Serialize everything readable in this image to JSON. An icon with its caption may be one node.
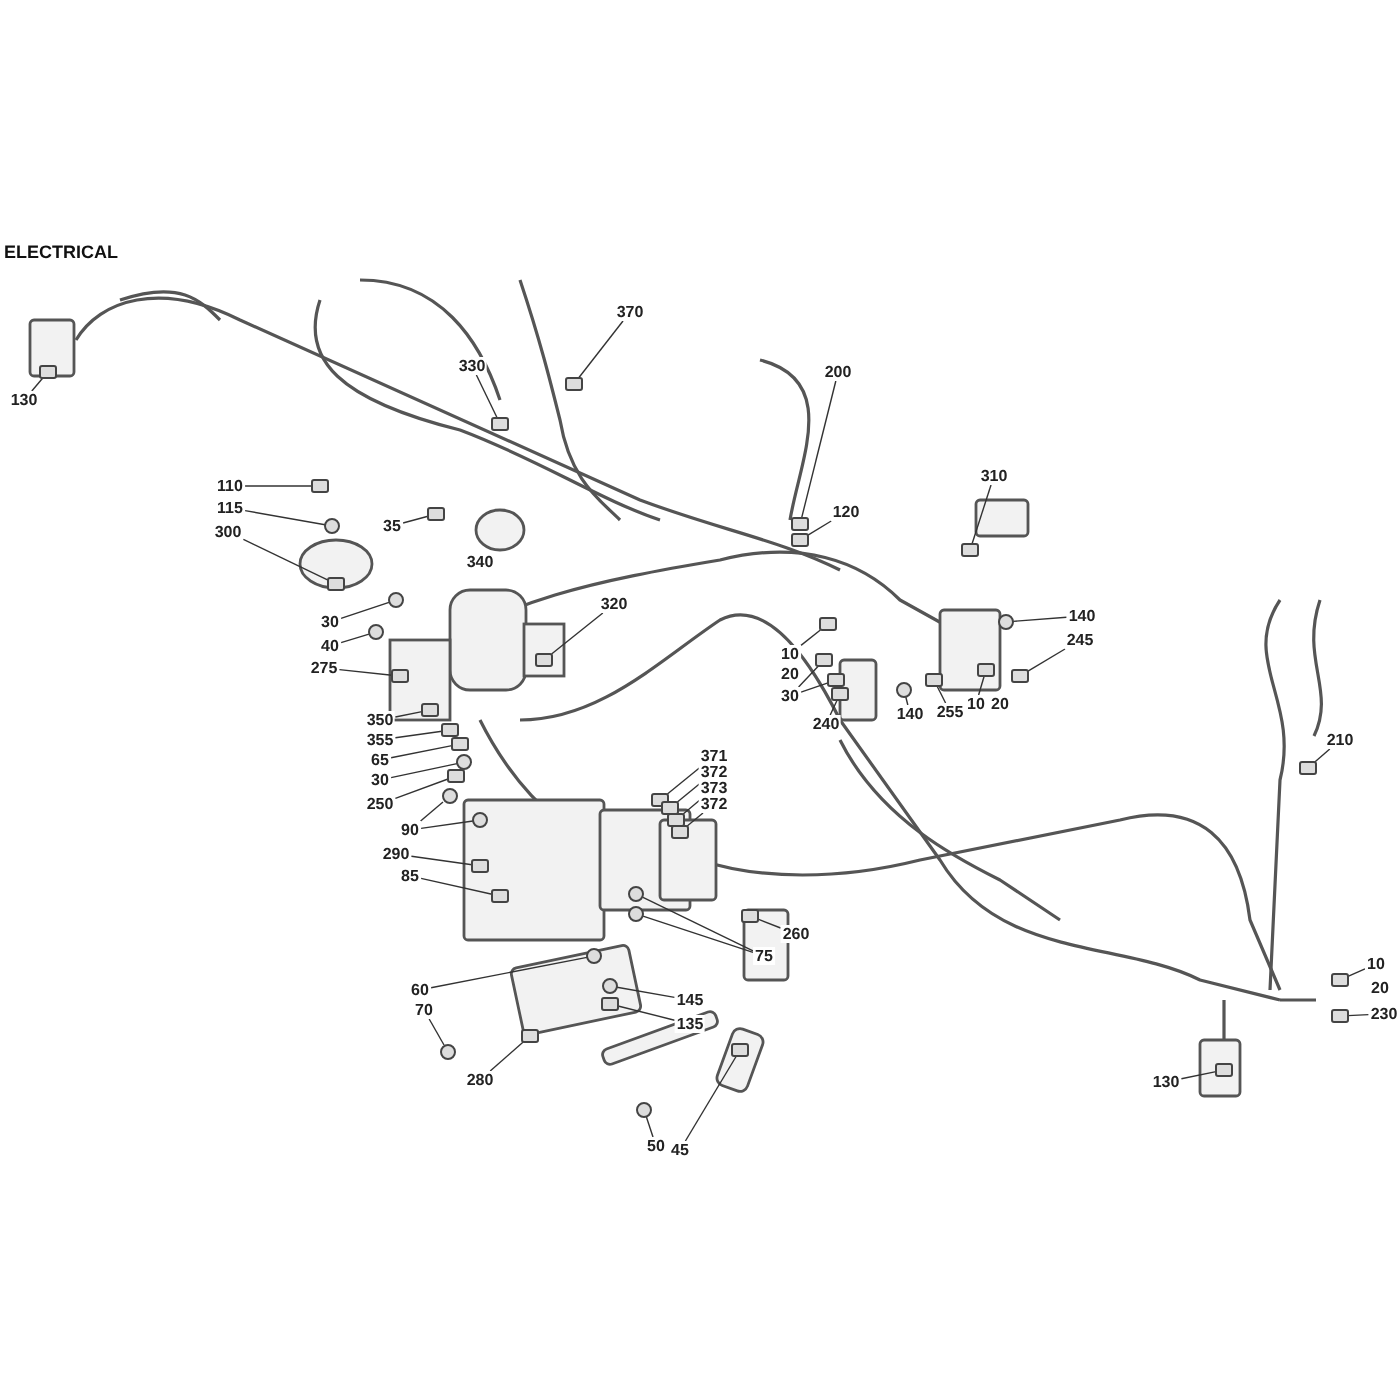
{
  "diagram": {
    "title": "ELECTRICAL",
    "nodes": [
      {
        "text": [
          "130"
        ]
      },
      {
        "text": [
          "370"
        ]
      },
      {
        "text": [
          "330"
        ]
      },
      {
        "text": [
          "200"
        ]
      },
      {
        "text": [
          "110"
        ]
      },
      {
        "text": [
          "310"
        ]
      },
      {
        "text": [
          "115"
        ]
      },
      {
        "text": [
          "120"
        ]
      },
      {
        "text": [
          "35"
        ]
      },
      {
        "text": [
          "300"
        ]
      },
      {
        "text": [
          "320"
        ]
      },
      {
        "text": [
          "140"
        ]
      },
      {
        "text": [
          "30"
        ]
      },
      {
        "text": [
          "245"
        ]
      },
      {
        "text": [
          "40"
        ]
      },
      {
        "text": [
          "10"
        ]
      },
      {
        "text": [
          "275"
        ]
      },
      {
        "text": [
          "20"
        ]
      },
      {
        "text": [
          "30"
        ]
      },
      {
        "text": [
          "10"
        ]
      },
      {
        "text": [
          "20"
        ]
      },
      {
        "text": [
          "140"
        ]
      },
      {
        "text": [
          "255"
        ]
      },
      {
        "text": [
          "350"
        ]
      },
      {
        "text": [
          "240"
        ]
      },
      {
        "text": [
          "355"
        ]
      },
      {
        "text": [
          "210"
        ]
      },
      {
        "text": [
          "371"
        ]
      },
      {
        "text": [
          "65"
        ]
      },
      {
        "text": [
          "372"
        ]
      },
      {
        "text": [
          "30"
        ]
      },
      {
        "text": [
          "373"
        ]
      },
      {
        "text": [
          "250"
        ]
      },
      {
        "text": [
          "372"
        ]
      },
      {
        "text": [
          "90"
        ]
      },
      {
        "text": [
          "290"
        ]
      },
      {
        "text": [
          "85"
        ]
      },
      {
        "text": [
          "260"
        ]
      },
      {
        "text": [
          "75"
        ]
      },
      {
        "text": [
          "10"
        ]
      },
      {
        "text": [
          "60"
        ]
      },
      {
        "text": [
          "20"
        ]
      },
      {
        "text": [
          "145"
        ]
      },
      {
        "text": [
          "70"
        ]
      },
      {
        "text": [
          "230"
        ]
      },
      {
        "text": [
          "135"
        ]
      },
      {
        "text": [
          "280"
        ]
      },
      {
        "text": [
          "130"
        ]
      },
      {
        "text": [
          "50"
        ]
      },
      {
        "text": [
          "45"
        ]
      },
      {
        "text": [],
        "shape": "box"
      },
      {
        "text": [],
        "shape": "box"
      },
      {
        "text": [],
        "shape": "box"
      },
      {
        "text": [],
        "shape": "box"
      },
      {
        "text": [],
        "shape": "box"
      },
      {
        "text": [],
        "shape": "box"
      },
      {
        "text": [],
        "shape": "circle"
      },
      {
        "text": [],
        "shape": "box"
      },
      {
        "text": [],
        "shape": "box"
      },
      {
        "text": [],
        "shape": "box"
      },
      {
        "text": [],
        "shape": "box"
      },
      {
        "text": [],
        "shape": "circle"
      },
      {
        "text": [],
        "shape": "circle"
      },
      {
        "text": [],
        "shape": "box"
      },
      {
        "text": [],
        "shape": "circle"
      },
      {
        "text": [],
        "shape": "box"
      },
      {
        "text": [],
        "shape": "box"
      },
      {
        "text": [],
        "shape": "box"
      },
      {
        "text": [],
        "shape": "box"
      },
      {
        "text": [],
        "shape": "box"
      },
      {
        "text": [],
        "shape": "circle"
      },
      {
        "text": [],
        "shape": "box"
      },
      {
        "text": [],
        "shape": "box"
      },
      {
        "text": [],
        "shape": "box"
      },
      {
        "text": [],
        "shape": "box"
      },
      {
        "text": [],
        "shape": "box"
      },
      {
        "text": [],
        "shape": "box"
      },
      {
        "text": [],
        "shape": "box"
      },
      {
        "text": [],
        "shape": "box"
      },
      {
        "text": [],
        "shape": "circle"
      },
      {
        "text": [],
        "shape": "box"
      },
      {
        "text": [],
        "shape": "box"
      },
      {
        "text": [],
        "shape": "box"
      },
      {
        "text": [],
        "shape": "circle"
      },
      {
        "text": [],
        "shape": "circle"
      },
      {
        "text": [],
        "shape": "box"
      },
      {
        "text": [],
        "shape": "box"
      },
      {
        "text": [],
        "shape": "box"
      },
      {
        "text": [],
        "shape": "circle"
      },
      {
        "text": [],
        "shape": "circle"
      },
      {
        "text": [],
        "shape": "box"
      },
      {
        "text": [],
        "shape": "circle"
      },
      {
        "text": [],
        "shape": "circle"
      },
      {
        "text": [],
        "shape": "circle"
      },
      {
        "text": [],
        "shape": "box"
      },
      {
        "text": [],
        "shape": "box"
      },
      {
        "text": [],
        "shape": "box"
      },
      {
        "text": [],
        "shape": "box"
      },
      {
        "text": [],
        "shape": "circle"
      },
      {
        "text": [],
        "shape": "box"
      }
    ],
    "edges": [
      {
        "from": 0,
        "to": 50,
        "arrow": "none"
      },
      {
        "from": 1,
        "to": 51,
        "arrow": "none"
      },
      {
        "from": 2,
        "to": 52,
        "arrow": "none"
      },
      {
        "from": 3,
        "to": 53,
        "arrow": "none"
      },
      {
        "from": 4,
        "to": 54,
        "arrow": "none"
      },
      {
        "from": 5,
        "to": 55,
        "arrow": "none"
      },
      {
        "from": 6,
        "to": 56,
        "arrow": "none"
      },
      {
        "from": 7,
        "to": 57,
        "arrow": "none"
      },
      {
        "from": 8,
        "to": 58,
        "arrow": "none"
      },
      {
        "from": 9,
        "to": 59,
        "arrow": "none"
      },
      {
        "from": 10,
        "to": 60,
        "arrow": "none"
      },
      {
        "from": 11,
        "to": 61,
        "arrow": "none"
      },
      {
        "from": 12,
        "to": 62,
        "arrow": "none"
      },
      {
        "from": 13,
        "to": 63,
        "arrow": "none"
      },
      {
        "from": 14,
        "to": 64,
        "arrow": "none"
      },
      {
        "from": 15,
        "to": 65,
        "arrow": "none"
      },
      {
        "from": 16,
        "to": 66,
        "arrow": "none"
      },
      {
        "from": 18,
        "to": 67,
        "arrow": "none"
      },
      {
        "from": 18,
        "to": 68,
        "arrow": "none"
      },
      {
        "from": 19,
        "to": 69,
        "arrow": "none"
      },
      {
        "from": 21,
        "to": 70,
        "arrow": "none"
      },
      {
        "from": 22,
        "to": 71,
        "arrow": "none"
      },
      {
        "from": 23,
        "to": 72,
        "arrow": "none"
      },
      {
        "from": 24,
        "to": 73,
        "arrow": "none"
      },
      {
        "from": 25,
        "to": 74,
        "arrow": "none"
      },
      {
        "from": 26,
        "to": 75,
        "arrow": "none"
      },
      {
        "from": 27,
        "to": 76,
        "arrow": "none"
      },
      {
        "from": 28,
        "to": 77,
        "arrow": "none"
      },
      {
        "from": 29,
        "to": 78,
        "arrow": "none"
      },
      {
        "from": 30,
        "to": 79,
        "arrow": "none"
      },
      {
        "from": 31,
        "to": 80,
        "arrow": "none"
      },
      {
        "from": 32,
        "to": 81,
        "arrow": "none"
      },
      {
        "from": 33,
        "to": 82,
        "arrow": "none"
      },
      {
        "from": 34,
        "to": 83,
        "arrow": "none"
      },
      {
        "from": 34,
        "to": 84,
        "arrow": "none"
      },
      {
        "from": 35,
        "to": 85,
        "arrow": "none"
      },
      {
        "from": 36,
        "to": 86,
        "arrow": "none"
      },
      {
        "from": 37,
        "to": 87,
        "arrow": "none"
      },
      {
        "from": 38,
        "to": 88,
        "arrow": "none"
      },
      {
        "from": 38,
        "to": 89,
        "arrow": "none"
      },
      {
        "from": 39,
        "to": 90,
        "arrow": "none"
      },
      {
        "from": 40,
        "to": 91,
        "arrow": "none"
      },
      {
        "from": 42,
        "to": 92,
        "arrow": "none"
      },
      {
        "from": 43,
        "to": 93,
        "arrow": "none"
      },
      {
        "from": 44,
        "to": 94,
        "arrow": "none"
      },
      {
        "from": 45,
        "to": 95,
        "arrow": "none"
      },
      {
        "from": 46,
        "to": 96,
        "arrow": "none"
      },
      {
        "from": 47,
        "to": 97,
        "arrow": "none"
      },
      {
        "from": 48,
        "to": 98,
        "arrow": "none"
      },
      {
        "from": 49,
        "to": 99,
        "arrow": "none"
      }
    ],
    "labels": [
      "340"
    ]
  }
}
